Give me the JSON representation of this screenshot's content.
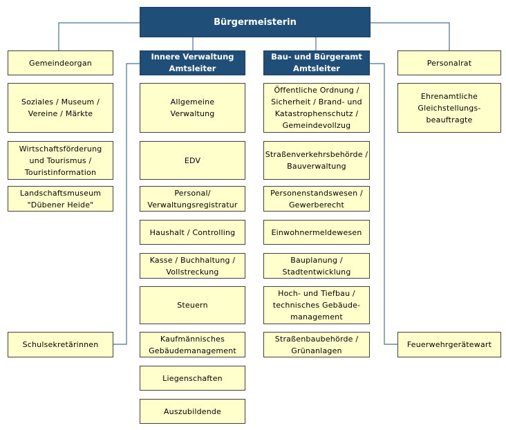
{
  "top": "Bürgermeisterin",
  "col1": {
    "gemeindeorgan": "Gemeindeorgan",
    "soziales": "Soziales / Museum /\nVereine / Märkte",
    "wirtschaft": "Wirtschaftsförderung\nund Tourismus /\nTouristinformation",
    "landschaft": "Landschaftsmuseum\n\"Dübener Heide\"",
    "schulsekretaerinnen": "Schulsekretärinnen"
  },
  "col2": {
    "header": "Innere Verwaltung\nAmtsleiter",
    "items": [
      "Allgemeine\nVerwaltung",
      "EDV",
      "Personal/\nVerwaltungsregistratur",
      "Haushalt / Controlling",
      "Kasse / Buchhaltung /\nVollstreckung",
      "Steuern",
      "Kaufmännisches\nGebäudemanagement",
      "Liegenschaften",
      "Auszubildende"
    ]
  },
  "col3": {
    "header": "Bau- und Bürgeramt\nAmtsleiter",
    "items": [
      "Öffentliche Ordnung /\nSicherheit / Brand- und\nKatastrophenschutz /\nGemeindevollzug",
      "Straßenverkehrsbehörde /\nBauverwaltung",
      "Personenstandswesen /\nGewerberecht",
      "Einwohnermeldewesen",
      "Bauplanung /\nStadtentwicklung",
      "Hoch- und Tiefbau /\ntechnisches Gebäude-\nmanagement",
      "Straßenbaubehörde /\nGrünanlagen"
    ]
  },
  "col4": {
    "personalrat": "Personalrat",
    "gleichstellung": "Ehrenamtliche\nGleichstellungs-\nbeauftragte",
    "feuerwehr": "Feuerwehrgerätewart"
  }
}
